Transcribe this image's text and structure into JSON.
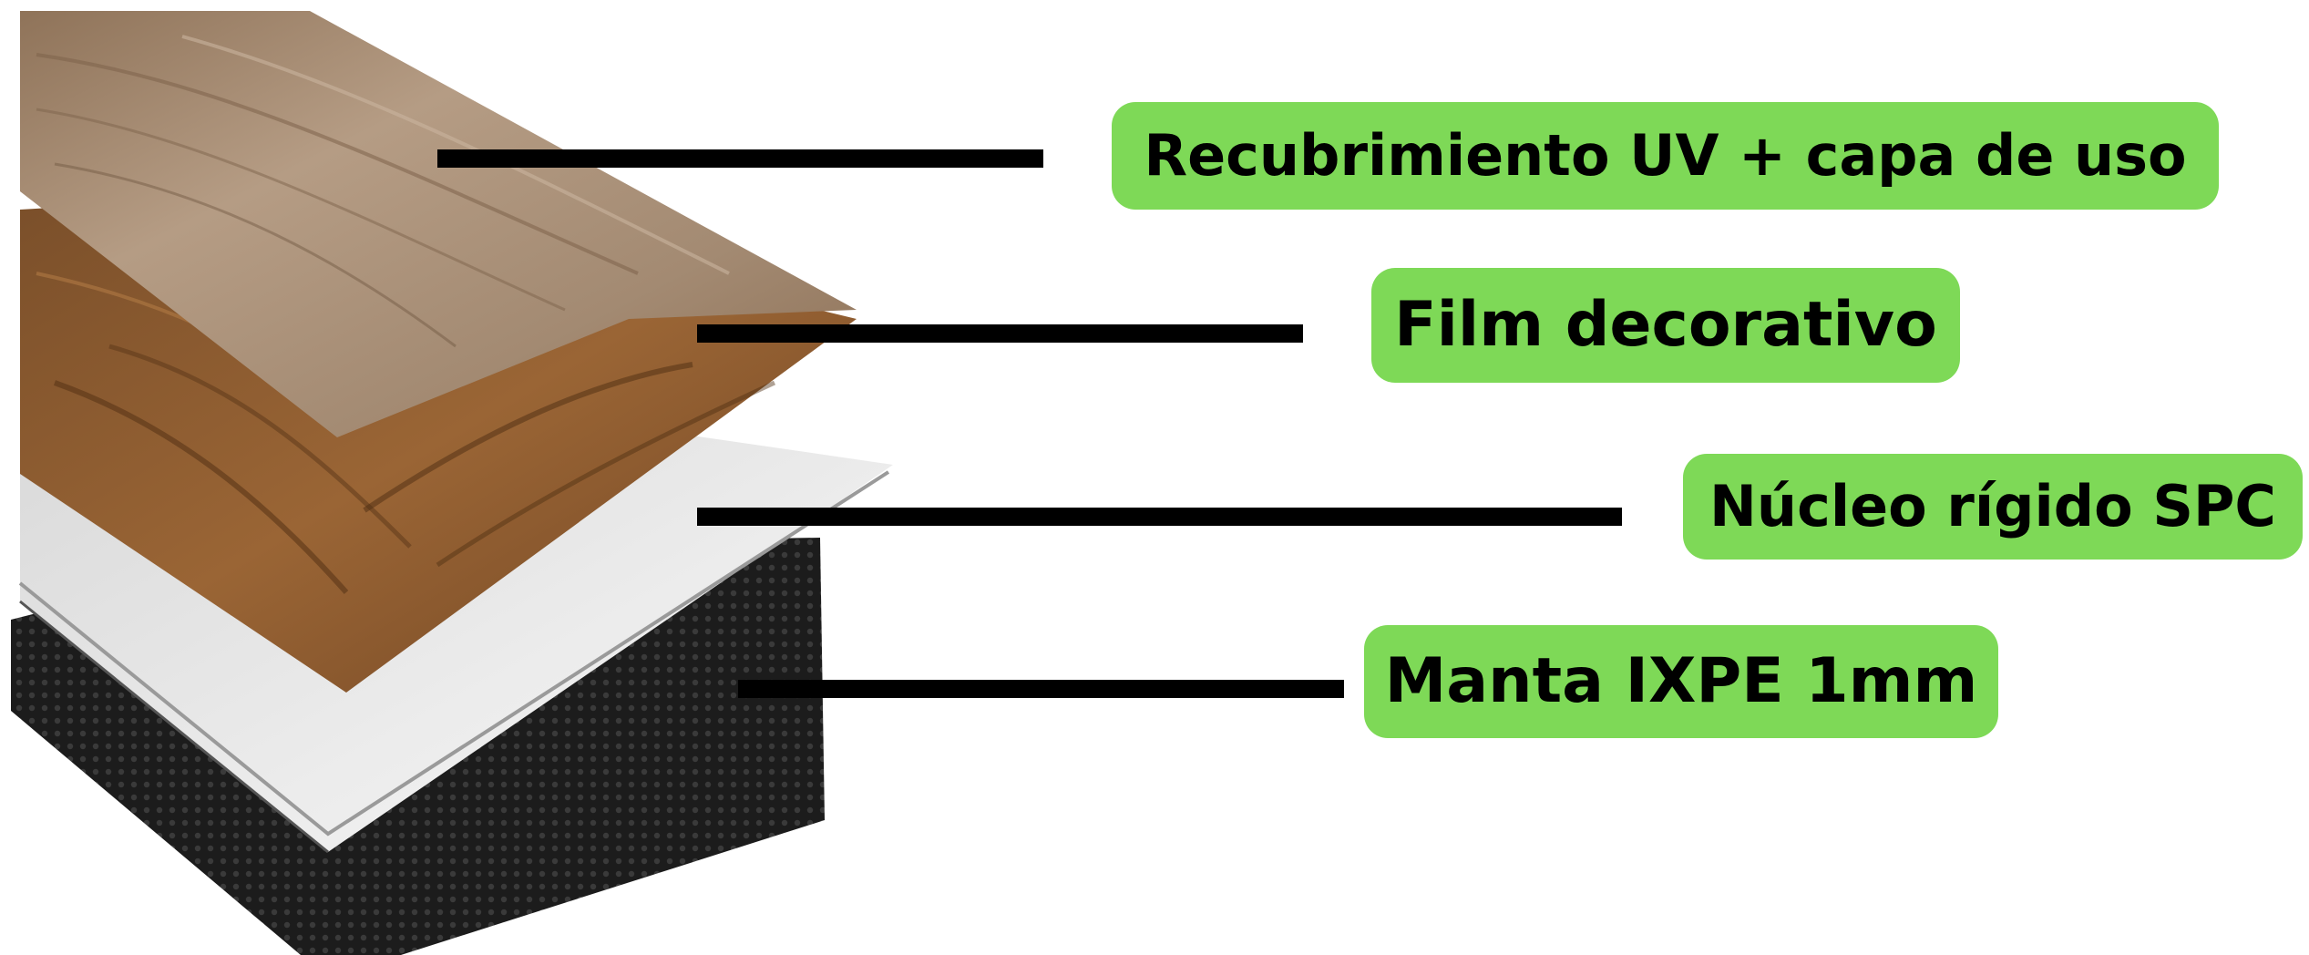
{
  "layers": [
    {
      "id": "uv-coating",
      "label": "Recubrimiento UV + capa de uso"
    },
    {
      "id": "decor-film",
      "label": "Film decorativo"
    },
    {
      "id": "spc-core",
      "label": "Núcleo rígido SPC"
    },
    {
      "id": "ixpe-pad",
      "label": "Manta IXPE 1mm"
    }
  ],
  "colors": {
    "label_bg": "#7ed957",
    "label_text": "#000000",
    "leader_line": "#000000",
    "wood_light": "#a98f74",
    "wood_dark": "#8a5a2c",
    "core_white": "#e8e8e8",
    "underlay_black": "#1e1e1e"
  }
}
